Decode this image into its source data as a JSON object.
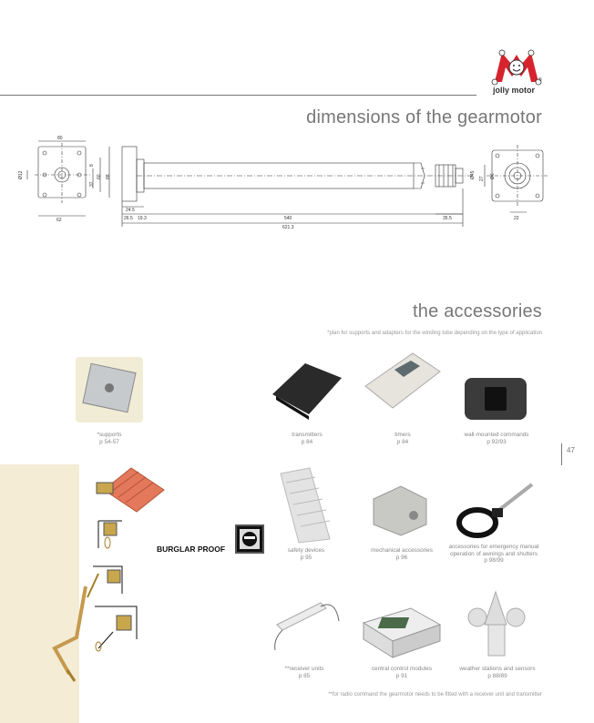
{
  "brand": {
    "name": "jolly motor",
    "registered": "®"
  },
  "sections": {
    "dimensions_title": "dimensions of the gearmotor",
    "accessories_title": "the accessories",
    "supports_note": "*plan for supports and adapters for the winding tube depending on the type of application",
    "radio_note": "**for radio command the gearmotor needs to be fitted with a receiver unit and transmitter"
  },
  "page_number": "47",
  "drawing_dims": {
    "top_width": "80",
    "bottom_width": "62",
    "left_height": "88",
    "left_mid": "60",
    "left_small": "37",
    "left_top": "8",
    "hole_dia": "Ø12",
    "bar_a": "24.5",
    "bar_b": "26.5",
    "bar_c": "19.3",
    "length": "540",
    "total_length": "621.3",
    "end_length": "35.5",
    "shaft_dia": "Ø45",
    "right_27": "27",
    "right_22": "22",
    "right_sq": "Ø6"
  },
  "burglar_proof": "BURGLAR PROOF",
  "accessories": [
    {
      "name": "*supports",
      "page": "p 54-57"
    },
    {
      "name": "transmitters",
      "page": "p 84"
    },
    {
      "name": "timers",
      "page": "p 84"
    },
    {
      "name": "wall-mounted commands",
      "page": "p 92/93"
    },
    {
      "name": "safety devices",
      "page": "p 95"
    },
    {
      "name": "mechanical accessories",
      "page": "p 96"
    },
    {
      "name": "accessories for emergency manual",
      "name2": "operation of awnings and shutters",
      "page": "p 98/99"
    },
    {
      "name": "**receiver units",
      "page": "p 85"
    },
    {
      "name": "central control modules",
      "page": "p 91"
    },
    {
      "name": "weather stations and sensors",
      "page": "p 88/89"
    }
  ],
  "colors": {
    "brand_red": "#d6232e",
    "panel_beige": "#f4ecd5"
  }
}
